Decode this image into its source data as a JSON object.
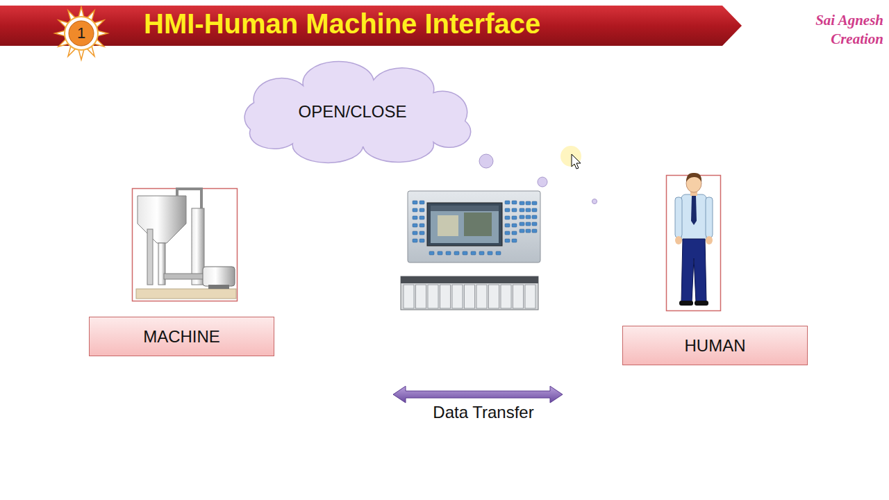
{
  "diagram": {
    "title": "HMI-Human Machine Interface",
    "nodes": [
      {
        "text": [
          "OPEN/CLOSE"
        ]
      },
      {
        "text": [
          "MACHINE"
        ]
      },
      {
        "text": [
          "HUMAN"
        ]
      }
    ],
    "labels": [
      "1",
      "Sai Agnesh Creation",
      "Data Transfer"
    ]
  }
}
